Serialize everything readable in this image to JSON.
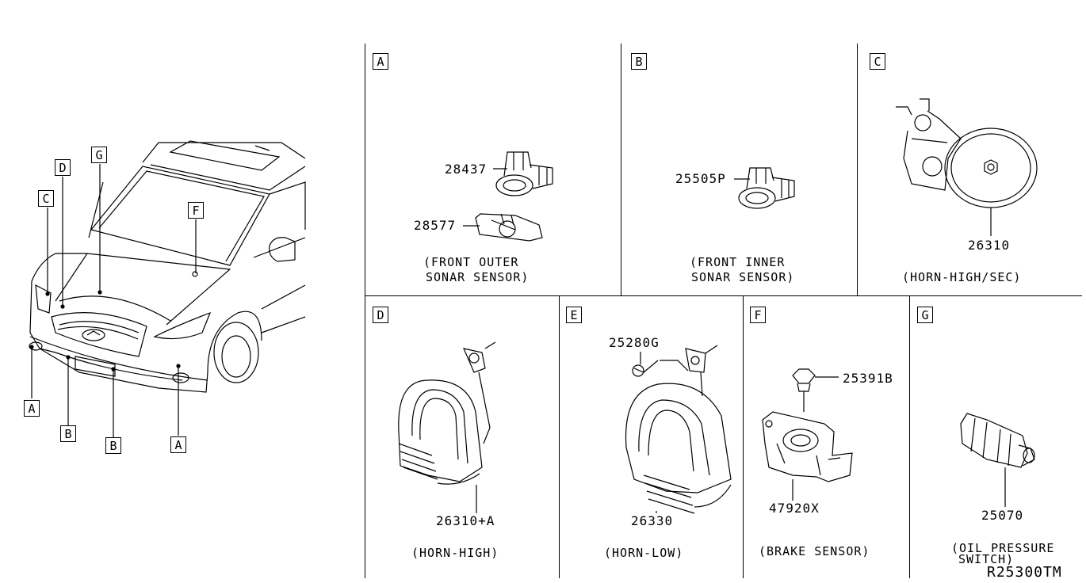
{
  "car": {
    "callouts": {
      "a_left": "A",
      "b_left": "B",
      "b_mid": "B",
      "a_right": "A",
      "c": "C",
      "d": "D",
      "g": "G",
      "f": "F"
    }
  },
  "panels": {
    "a": {
      "tag": "A",
      "parts": [
        "28437",
        "28577"
      ],
      "caption": [
        "(FRONT OUTER",
        "SONAR SENSOR)"
      ]
    },
    "b": {
      "tag": "B",
      "parts": [
        "25505P"
      ],
      "caption": [
        "(FRONT INNER",
        "SONAR SENSOR)"
      ]
    },
    "c": {
      "tag": "C",
      "parts": [
        "26310"
      ],
      "caption": [
        "(HORN-HIGH/SEC)"
      ]
    },
    "d": {
      "tag": "D",
      "parts": [
        "26310+A"
      ],
      "caption": [
        "(HORN-HIGH)"
      ]
    },
    "e": {
      "tag": "E",
      "parts": [
        "25280G",
        "26330"
      ],
      "caption": [
        "(HORN-LOW)"
      ]
    },
    "f": {
      "tag": "F",
      "parts": [
        "25391B",
        "47920X"
      ],
      "caption": [
        "(BRAKE SENSOR)"
      ]
    },
    "g": {
      "tag": "G",
      "parts": [
        "25070"
      ],
      "caption": [
        "(OIL PRESSURE",
        "SWITCH)"
      ]
    }
  },
  "diagram_code": "R25300TM"
}
